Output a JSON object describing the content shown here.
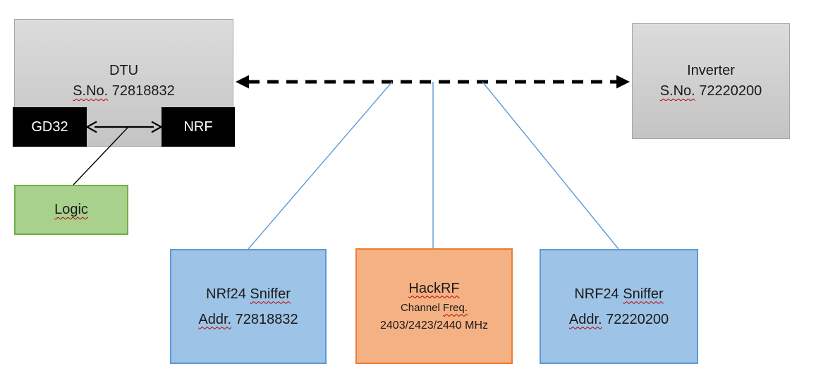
{
  "colors": {
    "box_gray_fill": "#d0d0d0",
    "box_gray_border": "#a6a6a6",
    "box_black_fill": "#000000",
    "green_fill": "#a9d18e",
    "green_border": "#70ad47",
    "blue_fill": "#9dc3e6",
    "blue_border": "#5b9bd5",
    "orange_fill": "#f4b183",
    "orange_border": "#ed7d31",
    "connector_blue": "#5b9bd5",
    "arrow_black": "#000000",
    "squiggle_red": "#c00000",
    "text_light": "#ffffff"
  },
  "boxes": {
    "dtu": {
      "name": "DTU",
      "serial_label": "S.No.",
      "serial_number": "72818832"
    },
    "gd32": {
      "label": "GD32"
    },
    "nrf": {
      "label": "NRF"
    },
    "logic": {
      "label": "Logic"
    },
    "inverter": {
      "name": "Inverter",
      "serial_label": "S.No.",
      "serial_number": "72220200"
    },
    "sniffer_left": {
      "brand": "NRf24",
      "device": "Sniffer",
      "addr_label": "Addr.",
      "addr_number": "72818832"
    },
    "hackrf": {
      "name": "HackRF",
      "channel_label": "Channel",
      "freq_label": "Freq.",
      "frequencies": "2403/2423/2440 MHz"
    },
    "sniffer_right": {
      "brand": "NRF24",
      "device": "Sniffer",
      "addr_label": "Addr.",
      "addr_number": "72220200"
    }
  },
  "connections": [
    {
      "from": "DTU",
      "to": "Inverter",
      "style": "black dashed double-headed arrow"
    },
    {
      "from": "GD32",
      "to": "NRF",
      "style": "black double-headed arrow"
    },
    {
      "from": "GD32-NRF link",
      "to": "Logic",
      "style": "thin black line"
    },
    {
      "from": "DTU-Inverter link",
      "to": "NRf24 Sniffer Addr. 72818832",
      "style": "thin blue line"
    },
    {
      "from": "DTU-Inverter link",
      "to": "HackRF",
      "style": "thin blue line"
    },
    {
      "from": "DTU-Inverter link",
      "to": "NRF24 Sniffer Addr. 72220200",
      "style": "thin blue line"
    }
  ]
}
